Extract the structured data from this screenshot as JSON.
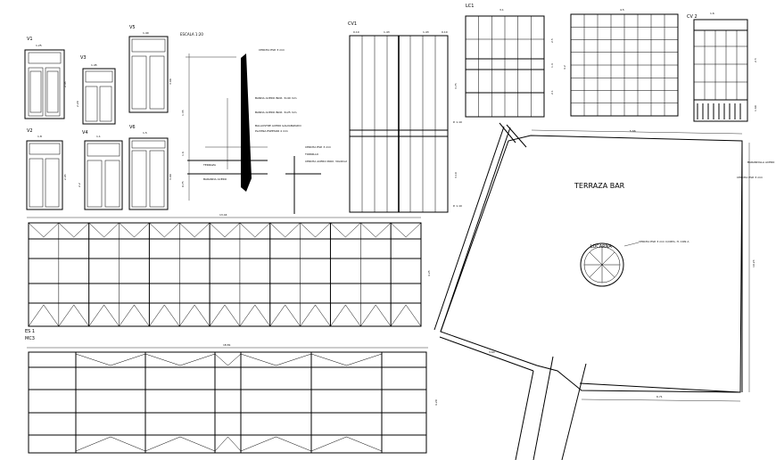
{
  "drawing": {
    "main_label": "TERRAZA BAR",
    "skylight_label": "LUCARNA",
    "scale_note": "ESCALA 1:20",
    "window_tags": {
      "v1": "V1",
      "v3": "V3",
      "v4": "V4",
      "v5": "V5",
      "v2": "V2",
      "v6": "V6",
      "cv1": "CV1",
      "lc1": "LC1",
      "cv2": "CV 2",
      "es1": "ES 1",
      "mc3": "MC3"
    },
    "section_notes": [
      "CERCHA ESP. 3 mm",
      "BANDA ACERO INOX. 3x40 mm",
      "BANDA ACERO INOX. 3x25 mm",
      "BALAUSTRE ACERO GALVANIZADO",
      "PLATINA ESPESOR 4 mm",
      "TERRAZA",
      "BARANDA ACERO"
    ],
    "detail_notes": [
      "CERCHA ESP. 3 mm",
      "TORNILLO",
      "CERCHA ACERO INOX. 30x20x2"
    ],
    "skylight_note": "CERCHA ESP. 3 mm C/CRTA. H. CON A",
    "edge_notes": [
      "BARANDILLA ACERO",
      "CERCHA ESP. 3 mm"
    ],
    "dimensions": {
      "terrace_top": "5.66",
      "terrace_right": "10.23",
      "terrace_bottom": "6.71",
      "terrace_diag": "3.64",
      "plan1_width": "13.44",
      "plan1_height": "4.25",
      "plan2_width": "18.81",
      "plan2_height": "4.20",
      "cv1_widths": [
        "0.10",
        "1.43",
        "1.43",
        "0.10"
      ],
      "cv1_heights": [
        "3.75",
        "3.10"
      ],
      "lc1_width": "3.1",
      "lc1_heights": [
        "2.5",
        "1.4",
        "2.1"
      ],
      "mid_grid_width": "4.5",
      "mid_grid_height": "4.2",
      "cv2_width": "1.6",
      "cv2_heights": [
        "2.5",
        "1.60"
      ],
      "door_widths": [
        "1.25",
        "1.45",
        "1.40",
        "1.8",
        "1.1",
        "1.5"
      ],
      "door_heights": [
        "2.45",
        "2.20",
        "3.00",
        "2.05",
        "2.2",
        "3.00"
      ],
      "section_heights": [
        "1.35",
        "1.6",
        "0.75"
      ],
      "tag_heights": [
        "P. 1.10",
        "P. 1.10"
      ]
    }
  }
}
